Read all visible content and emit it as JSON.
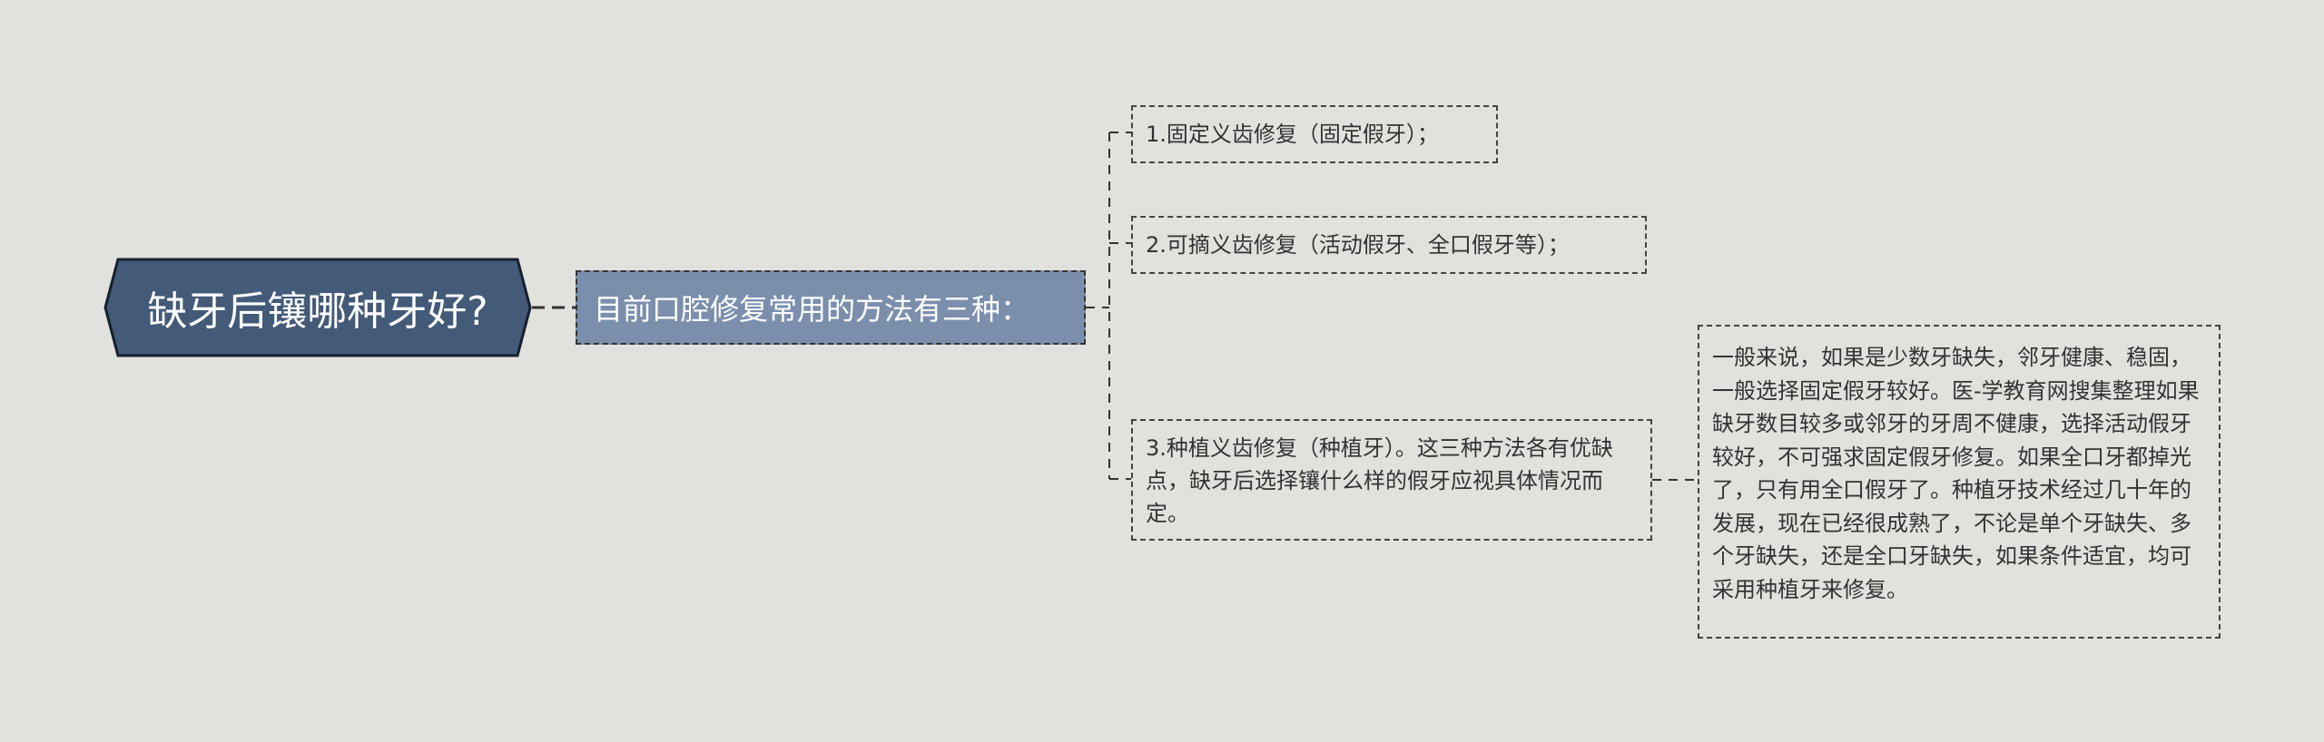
{
  "root": {
    "title": "缺牙后镶哪种牙好?"
  },
  "branch": {
    "label": "目前口腔修复常用的方法有三种："
  },
  "methods": [
    {
      "text": "1.固定义齿修复（固定假牙）；"
    },
    {
      "text": "2.可摘义齿修复（活动假牙、全口假牙等）；"
    },
    {
      "text": "3.种植义齿修复（种植牙）。这三种方法各有优缺点，缺牙后选择镶什么样的假牙应视具体情况而定。"
    }
  ],
  "detail": {
    "text": "一般来说，如果是少数牙缺失，邻牙健康、稳固，一般选择固定假牙较好。医-学教育网搜集整理如果缺牙数目较多或邻牙的牙周不健康，选择活动假牙较好，不可强求固定假牙修复。如果全口牙都掉光了，只有用全口假牙了。种植牙技术经过几十年的发展，现在已经很成熟了，不论是单个牙缺失、多个牙缺失，还是全口牙缺失，如果条件适宜，均可采用种植牙来修复。"
  },
  "colors": {
    "background": "#e1e1dd",
    "root_fill": "#435a78",
    "branch_fill": "#7b8fad",
    "line": "#333333"
  }
}
